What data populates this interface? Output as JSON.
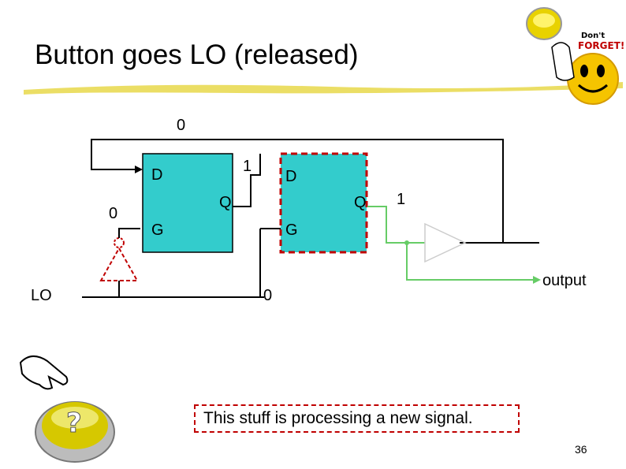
{
  "slide": {
    "title": "Button goes LO (released)",
    "page_number": "36",
    "note": "This stuff is processing a new signal."
  },
  "diagram": {
    "latch1": {
      "d_label": "D",
      "g_label": "G",
      "q_label": "Q"
    },
    "latch2": {
      "d_label": "D",
      "g_label": "G",
      "q_label": "Q"
    },
    "signal_values": {
      "feedback_top": "0",
      "inverter_output": "0",
      "latch1_q": "1",
      "latch2_q": "1",
      "input_line": "0"
    },
    "input_label": "LO",
    "output_label": "output"
  },
  "icons": {
    "dont_forget": {
      "name": "dont-forget-smiley-icon",
      "text": "Don't FORGET!"
    },
    "pointing_hand": {
      "name": "pointing-hand-icon"
    },
    "question_button": {
      "name": "question-button-icon"
    }
  },
  "colors": {
    "latch_fill": "#33cccc",
    "active_wire": "#66cc66",
    "dashed_border": "#c00000",
    "title_underline": "#e8d84a"
  }
}
